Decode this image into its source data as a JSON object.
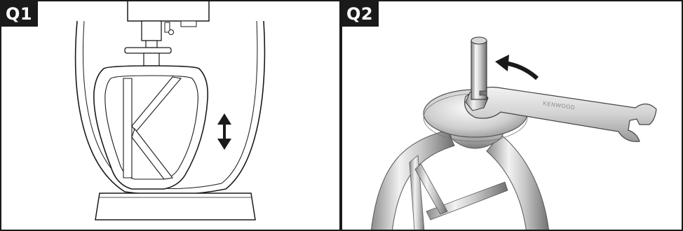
{
  "panels": [
    {
      "label": "Q1"
    },
    {
      "label": "Q2",
      "brand_text": "KENWOOD"
    }
  ],
  "colors": {
    "ink": "#1a1a1a",
    "metal_light": "#ececec",
    "metal_mid": "#bdbdbd",
    "metal_dark": "#7a7a7a"
  },
  "icons": [
    "up-down-arrow-icon",
    "rotate-arrow-icon"
  ]
}
